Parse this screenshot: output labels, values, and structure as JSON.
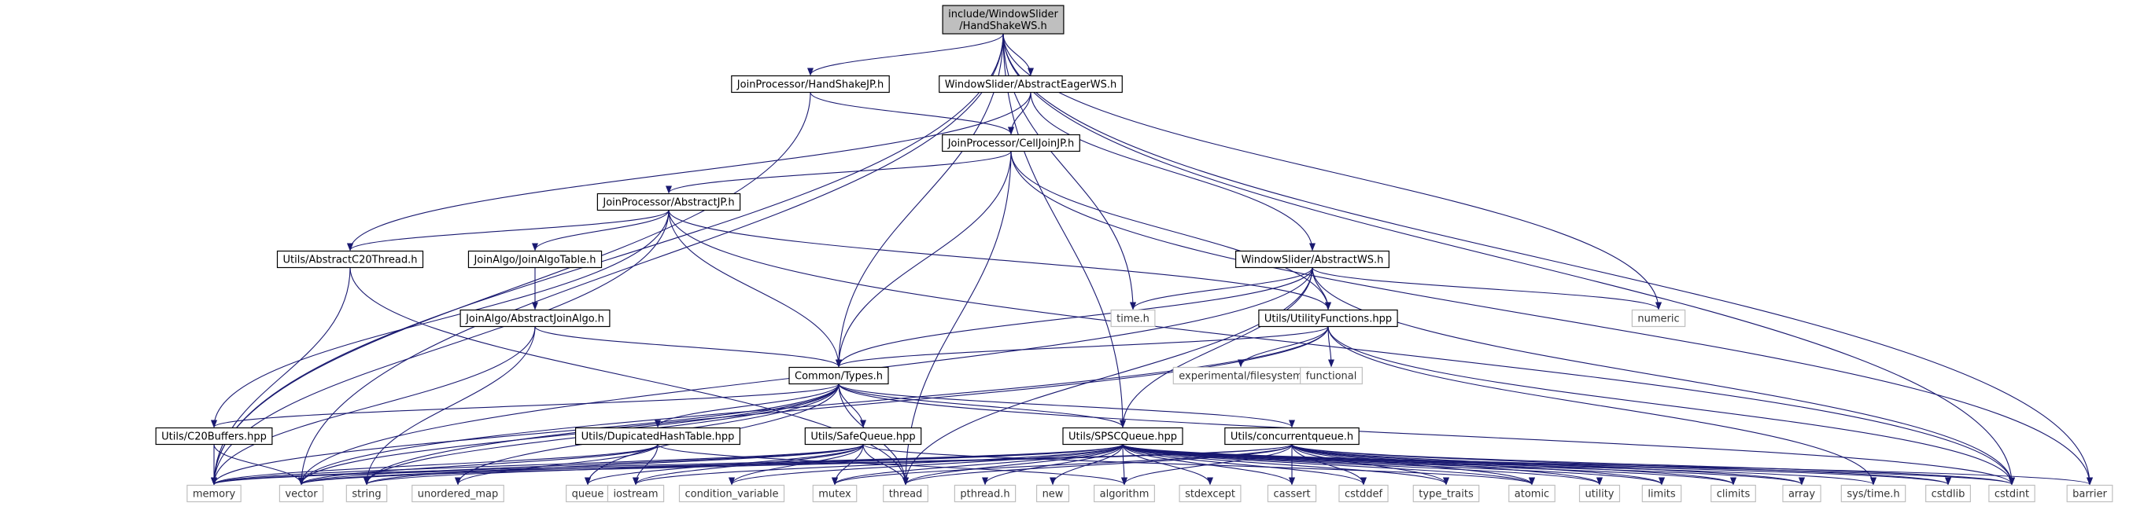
{
  "colors": {
    "edge": "#191970",
    "root_fill": "#bfbfbf",
    "local_border": "#000000",
    "system_border": "#bfbfbf",
    "node_fill": "#ffffff"
  },
  "nodes": [
    {
      "id": "root",
      "kind": "root",
      "lines": [
        "include/WindowSlider",
        "/HandShakeWS.h"
      ]
    },
    {
      "id": "hsjp",
      "kind": "local",
      "lines": [
        "JoinProcessor/HandShakeJP.h"
      ]
    },
    {
      "id": "aews",
      "kind": "local",
      "lines": [
        "WindowSlider/AbstractEagerWS.h"
      ]
    },
    {
      "id": "celljp",
      "kind": "local",
      "lines": [
        "JoinProcessor/CellJoinJP.h"
      ]
    },
    {
      "id": "absjp",
      "kind": "local",
      "lines": [
        "JoinProcessor/AbstractJP.h"
      ]
    },
    {
      "id": "c20thread",
      "kind": "local",
      "lines": [
        "Utils/AbstractC20Thread.h"
      ]
    },
    {
      "id": "joinalgotable",
      "kind": "local",
      "lines": [
        "JoinAlgo/JoinAlgoTable.h"
      ]
    },
    {
      "id": "absws",
      "kind": "local",
      "lines": [
        "WindowSlider/AbstractWS.h"
      ]
    },
    {
      "id": "time_h",
      "kind": "system",
      "lines": [
        "time.h"
      ]
    },
    {
      "id": "numeric",
      "kind": "system",
      "lines": [
        "numeric"
      ]
    },
    {
      "id": "absjoinalgo",
      "kind": "local",
      "lines": [
        "JoinAlgo/AbstractJoinAlgo.h"
      ]
    },
    {
      "id": "utilfn",
      "kind": "local",
      "lines": [
        "Utils/UtilityFunctions.hpp"
      ]
    },
    {
      "id": "exp_fs",
      "kind": "system",
      "lines": [
        "experimental/filesystem"
      ]
    },
    {
      "id": "functional",
      "kind": "system",
      "lines": [
        "functional"
      ]
    },
    {
      "id": "commontypes",
      "kind": "local",
      "lines": [
        "Common/Types.h"
      ]
    },
    {
      "id": "c20buffers",
      "kind": "local",
      "lines": [
        "Utils/C20Buffers.hpp"
      ]
    },
    {
      "id": "duphash",
      "kind": "local",
      "lines": [
        "Utils/DupicatedHashTable.hpp"
      ]
    },
    {
      "id": "safequeue",
      "kind": "local",
      "lines": [
        "Utils/SafeQueue.hpp"
      ]
    },
    {
      "id": "spscqueue",
      "kind": "local",
      "lines": [
        "Utils/SPSCQueue.hpp"
      ]
    },
    {
      "id": "concqueue",
      "kind": "local",
      "lines": [
        "Utils/concurrentqueue.h"
      ]
    },
    {
      "id": "memory",
      "kind": "system",
      "lines": [
        "memory"
      ]
    },
    {
      "id": "vector",
      "kind": "system",
      "lines": [
        "vector"
      ]
    },
    {
      "id": "string",
      "kind": "system",
      "lines": [
        "string"
      ]
    },
    {
      "id": "unordered_map",
      "kind": "system",
      "lines": [
        "unordered_map"
      ]
    },
    {
      "id": "queue",
      "kind": "system",
      "lines": [
        "queue"
      ]
    },
    {
      "id": "iostream",
      "kind": "system",
      "lines": [
        "iostream"
      ]
    },
    {
      "id": "condition_variable",
      "kind": "system",
      "lines": [
        "condition_variable"
      ]
    },
    {
      "id": "mutex",
      "kind": "system",
      "lines": [
        "mutex"
      ]
    },
    {
      "id": "thread",
      "kind": "system",
      "lines": [
        "thread"
      ]
    },
    {
      "id": "pthread_h",
      "kind": "system",
      "lines": [
        "pthread.h"
      ]
    },
    {
      "id": "new",
      "kind": "system",
      "lines": [
        "new"
      ]
    },
    {
      "id": "algorithm",
      "kind": "system",
      "lines": [
        "algorithm"
      ]
    },
    {
      "id": "stdexcept",
      "kind": "system",
      "lines": [
        "stdexcept"
      ]
    },
    {
      "id": "cassert",
      "kind": "system",
      "lines": [
        "cassert"
      ]
    },
    {
      "id": "cstddef",
      "kind": "system",
      "lines": [
        "cstddef"
      ]
    },
    {
      "id": "type_traits",
      "kind": "system",
      "lines": [
        "type_traits"
      ]
    },
    {
      "id": "atomic",
      "kind": "system",
      "lines": [
        "atomic"
      ]
    },
    {
      "id": "utility",
      "kind": "system",
      "lines": [
        "utility"
      ]
    },
    {
      "id": "limits",
      "kind": "system",
      "lines": [
        "limits"
      ]
    },
    {
      "id": "climits",
      "kind": "system",
      "lines": [
        "climits"
      ]
    },
    {
      "id": "array",
      "kind": "system",
      "lines": [
        "array"
      ]
    },
    {
      "id": "sys_time_h",
      "kind": "system",
      "lines": [
        "sys/time.h"
      ]
    },
    {
      "id": "cstdlib",
      "kind": "system",
      "lines": [
        "cstdlib"
      ]
    },
    {
      "id": "cstdint",
      "kind": "system",
      "lines": [
        "cstdint"
      ]
    },
    {
      "id": "barrier",
      "kind": "system",
      "lines": [
        "barrier"
      ]
    }
  ],
  "edges": [
    [
      "root",
      "hsjp"
    ],
    [
      "root",
      "aews"
    ],
    [
      "root",
      "commontypes"
    ],
    [
      "root",
      "spscqueue"
    ],
    [
      "root",
      "time_h"
    ],
    [
      "root",
      "numeric"
    ],
    [
      "root",
      "cstdint"
    ],
    [
      "root",
      "barrier"
    ],
    [
      "root",
      "memory"
    ],
    [
      "root",
      "vector"
    ],
    [
      "hsjp",
      "celljp"
    ],
    [
      "hsjp",
      "memory"
    ],
    [
      "aews",
      "celljp"
    ],
    [
      "aews",
      "absws"
    ],
    [
      "aews",
      "c20thread"
    ],
    [
      "celljp",
      "absjp"
    ],
    [
      "celljp",
      "commontypes"
    ],
    [
      "celljp",
      "utilfn"
    ],
    [
      "celljp",
      "thread"
    ],
    [
      "celljp",
      "barrier"
    ],
    [
      "absjp",
      "c20thread"
    ],
    [
      "absjp",
      "joinalgotable"
    ],
    [
      "absjp",
      "utilfn"
    ],
    [
      "absjp",
      "commontypes"
    ],
    [
      "absjp",
      "c20buffers"
    ],
    [
      "absjp",
      "memory"
    ],
    [
      "absjp",
      "cstdint"
    ],
    [
      "c20thread",
      "thread"
    ],
    [
      "c20thread",
      "memory"
    ],
    [
      "joinalgotable",
      "absjoinalgo"
    ],
    [
      "absjoinalgo",
      "commontypes"
    ],
    [
      "absjoinalgo",
      "memory"
    ],
    [
      "absjoinalgo",
      "string"
    ],
    [
      "absws",
      "utilfn"
    ],
    [
      "absws",
      "commontypes"
    ],
    [
      "absws",
      "time_h"
    ],
    [
      "absws",
      "numeric"
    ],
    [
      "absws",
      "spscqueue"
    ],
    [
      "absws",
      "cstdint"
    ],
    [
      "absws",
      "vector"
    ],
    [
      "absws",
      "thread"
    ],
    [
      "utilfn",
      "commontypes"
    ],
    [
      "utilfn",
      "exp_fs"
    ],
    [
      "utilfn",
      "functional"
    ],
    [
      "utilfn",
      "cstdint"
    ],
    [
      "utilfn",
      "sys_time_h"
    ],
    [
      "utilfn",
      "string"
    ],
    [
      "utilfn",
      "vector"
    ],
    [
      "commontypes",
      "c20buffers"
    ],
    [
      "commontypes",
      "duphash"
    ],
    [
      "commontypes",
      "safequeue"
    ],
    [
      "commontypes",
      "spscqueue"
    ],
    [
      "commontypes",
      "concqueue"
    ],
    [
      "commontypes",
      "memory"
    ],
    [
      "commontypes",
      "vector"
    ],
    [
      "commontypes",
      "unordered_map"
    ],
    [
      "commontypes",
      "string"
    ],
    [
      "commontypes",
      "thread"
    ],
    [
      "commontypes",
      "queue"
    ],
    [
      "commontypes",
      "cstdint"
    ],
    [
      "c20buffers",
      "memory"
    ],
    [
      "c20buffers",
      "vector"
    ],
    [
      "duphash",
      "memory"
    ],
    [
      "duphash",
      "vector"
    ],
    [
      "duphash",
      "unordered_map"
    ],
    [
      "duphash",
      "iostream"
    ],
    [
      "duphash",
      "algorithm"
    ],
    [
      "safequeue",
      "memory"
    ],
    [
      "safequeue",
      "vector"
    ],
    [
      "safequeue",
      "string"
    ],
    [
      "safequeue",
      "queue"
    ],
    [
      "safequeue",
      "iostream"
    ],
    [
      "safequeue",
      "condition_variable"
    ],
    [
      "safequeue",
      "mutex"
    ],
    [
      "safequeue",
      "thread"
    ],
    [
      "safequeue",
      "atomic"
    ],
    [
      "spscqueue",
      "memory"
    ],
    [
      "spscqueue",
      "vector"
    ],
    [
      "spscqueue",
      "iostream"
    ],
    [
      "spscqueue",
      "condition_variable"
    ],
    [
      "spscqueue",
      "mutex"
    ],
    [
      "spscqueue",
      "thread"
    ],
    [
      "spscqueue",
      "pthread_h"
    ],
    [
      "spscqueue",
      "new"
    ],
    [
      "spscqueue",
      "algorithm"
    ],
    [
      "spscqueue",
      "stdexcept"
    ],
    [
      "spscqueue",
      "cassert"
    ],
    [
      "spscqueue",
      "cstddef"
    ],
    [
      "spscqueue",
      "type_traits"
    ],
    [
      "spscqueue",
      "atomic"
    ],
    [
      "spscqueue",
      "utility"
    ],
    [
      "spscqueue",
      "limits"
    ],
    [
      "spscqueue",
      "climits"
    ],
    [
      "spscqueue",
      "array"
    ],
    [
      "spscqueue",
      "sys_time_h"
    ],
    [
      "spscqueue",
      "cstdlib"
    ],
    [
      "spscqueue",
      "cstdint"
    ],
    [
      "spscqueue",
      "barrier"
    ],
    [
      "spscqueue",
      "string"
    ],
    [
      "concqueue",
      "vector"
    ],
    [
      "concqueue",
      "mutex"
    ],
    [
      "concqueue",
      "thread"
    ],
    [
      "concqueue",
      "algorithm"
    ],
    [
      "concqueue",
      "cassert"
    ],
    [
      "concqueue",
      "cstddef"
    ],
    [
      "concqueue",
      "type_traits"
    ],
    [
      "concqueue",
      "atomic"
    ],
    [
      "concqueue",
      "utility"
    ],
    [
      "concqueue",
      "limits"
    ],
    [
      "concqueue",
      "climits"
    ],
    [
      "concqueue",
      "array"
    ],
    [
      "concqueue",
      "cstdlib"
    ],
    [
      "concqueue",
      "cstdint"
    ],
    [
      "concqueue",
      "memory"
    ]
  ]
}
